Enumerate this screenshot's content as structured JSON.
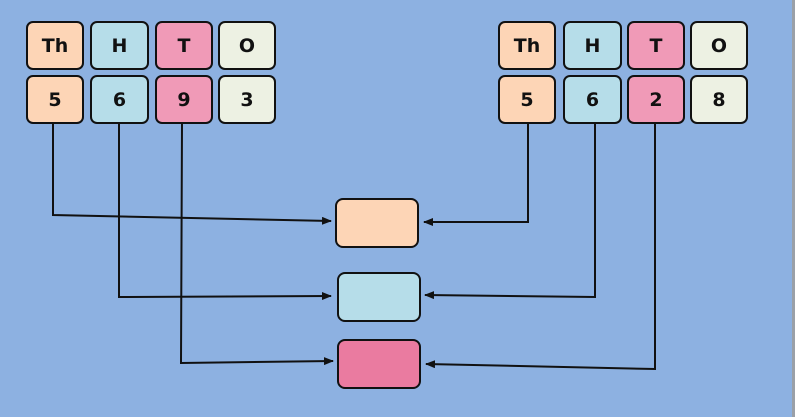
{
  "left_number": {
    "headers": [
      "Th",
      "H",
      "T",
      "O"
    ],
    "digits": [
      "5",
      "6",
      "9",
      "3"
    ]
  },
  "right_number": {
    "headers": [
      "Th",
      "H",
      "T",
      "O"
    ],
    "digits": [
      "5",
      "6",
      "2",
      "8"
    ]
  },
  "result_boxes": [
    {
      "place": "Th",
      "value": ""
    },
    {
      "place": "H",
      "value": ""
    },
    {
      "place": "T",
      "value": ""
    }
  ],
  "colors": {
    "background": "#8db1e1",
    "thousands": "#fdd5b6",
    "hundreds": "#b6dde9",
    "tens": "#f09ab7",
    "ones": "#edf1e3",
    "tens_result": "#ea7ba0"
  }
}
